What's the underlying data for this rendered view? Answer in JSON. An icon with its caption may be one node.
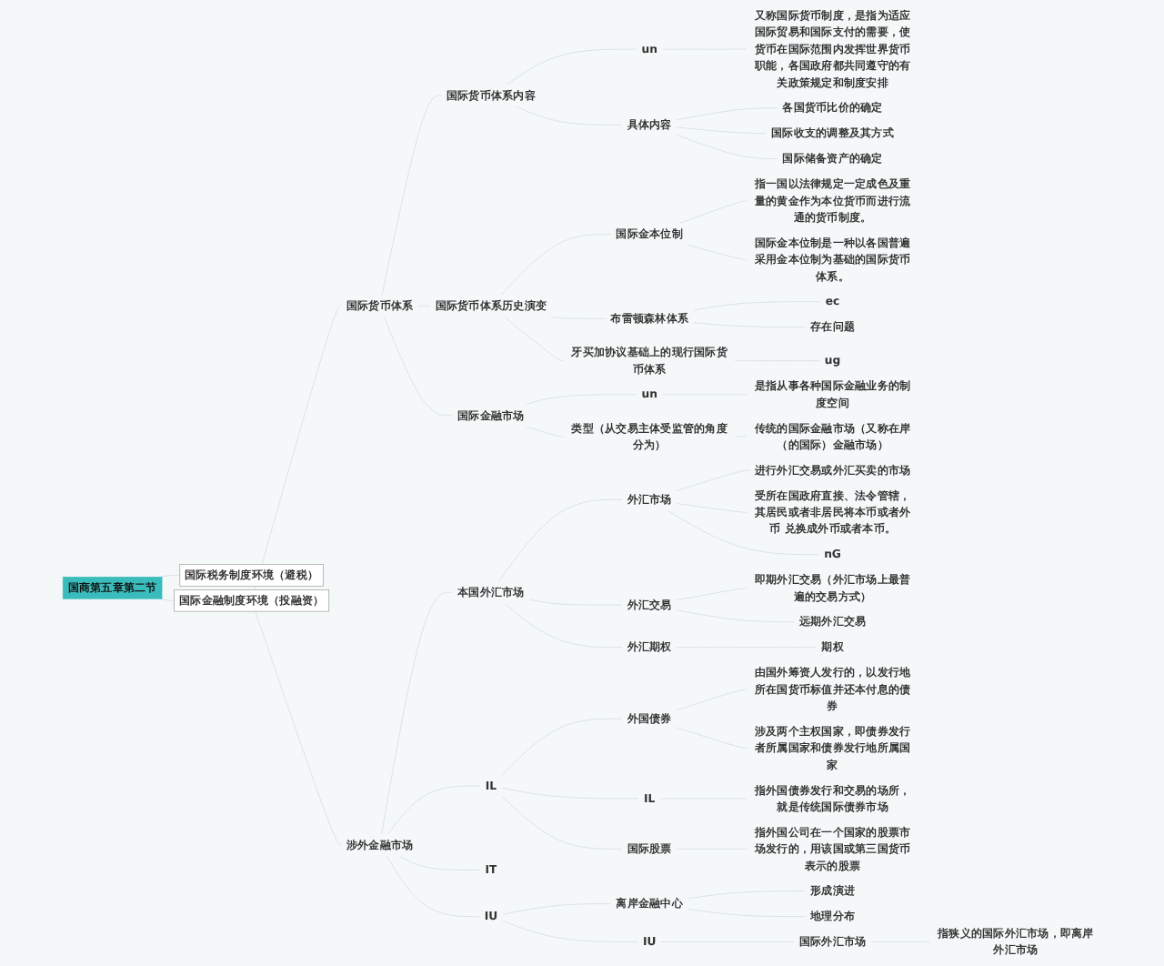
{
  "diagram": {
    "nodes": [
      {
        "text": [
          "国商第五章第二节"
        ]
      },
      {
        "text": [
          "国际税务制度环境（避税）"
        ]
      },
      {
        "text": [
          "国际金融制度环境（投融资）"
        ]
      },
      {
        "text": [
          "国际货币体系"
        ]
      },
      {
        "text": [
          "国际货币体系内容"
        ]
      },
      {
        "text": [
          "un"
        ]
      },
      {
        "text": [
          "又称国际货币制度，是指为适应国际贸易和国际支付的需要，使货币在国际范围内发挥世界货币职能，各国政府都共同遵守的有关政策规定和制度安排"
        ]
      },
      {
        "text": [
          "具体内容"
        ]
      },
      {
        "text": [
          "各国货币比价的确定"
        ]
      },
      {
        "text": [
          "国际收支的调整及其方式"
        ]
      },
      {
        "text": [
          "国际储备资产的确定"
        ]
      },
      {
        "text": [
          "国际货币体系历史演变"
        ]
      },
      {
        "text": [
          "国际金本位制"
        ]
      },
      {
        "text": [
          "指一国以法律规定一定成色及重量的黄金作为本位货币而进行流通的货币制度。"
        ]
      },
      {
        "text": [
          "国际金本位制是一种以各国普遍采用金本位制为基础的国际货币体系。"
        ]
      },
      {
        "text": [
          "布雷顿森林体系"
        ]
      },
      {
        "text": [
          "ec"
        ]
      },
      {
        "text": [
          "存在问题"
        ]
      },
      {
        "text": [
          "牙买加协议基础上的现行国际货币体系"
        ]
      },
      {
        "text": [
          "ug"
        ]
      },
      {
        "text": [
          "国际金融市场"
        ]
      },
      {
        "text": [
          "un"
        ]
      },
      {
        "text": [
          "是指从事各种国际金融业务的制度空间"
        ]
      },
      {
        "text": [
          "类型（从交易主体受监管的角度分为）"
        ]
      },
      {
        "text": [
          "传统的国际金融市场（又称在岸（的国际）金融市场）"
        ]
      },
      {
        "text": [
          "涉外金融市场"
        ]
      },
      {
        "text": [
          "本国外汇市场"
        ]
      },
      {
        "text": [
          "外汇市场"
        ]
      },
      {
        "text": [
          "进行外汇交易或外汇买卖的市场"
        ]
      },
      {
        "text": [
          "受所在国政府直接、法令管辖，其居民或者非居民将本币或者外币 兑换成外币或者本币。"
        ]
      },
      {
        "text": [
          "nG"
        ]
      },
      {
        "text": [
          "外汇交易"
        ]
      },
      {
        "text": [
          "即期外汇交易（外汇市场上最普遍的交易方式）"
        ]
      },
      {
        "text": [
          "远期外汇交易"
        ]
      },
      {
        "text": [
          "外汇期权"
        ]
      },
      {
        "text": [
          "期权"
        ]
      },
      {
        "text": [
          "IL"
        ]
      },
      {
        "text": [
          "外国债券"
        ]
      },
      {
        "text": [
          "由国外筹资人发行的，以发行地所在国货币标值并还本付息的债券"
        ]
      },
      {
        "text": [
          "涉及两个主权国家，即债券发行者所属国家和债券发行地所属国家"
        ]
      },
      {
        "text": [
          "IL"
        ]
      },
      {
        "text": [
          "指外国债券发行和交易的场所，就是传统国际债券市场"
        ]
      },
      {
        "text": [
          "国际股票"
        ]
      },
      {
        "text": [
          "指外国公司在一个国家的股票市场发行的，用该国或第三国货币表示的股票"
        ]
      },
      {
        "text": [
          "IT"
        ]
      },
      {
        "text": [
          "IU"
        ]
      },
      {
        "text": [
          "离岸金融中心"
        ]
      },
      {
        "text": [
          "形成演进"
        ]
      },
      {
        "text": [
          "地理分布"
        ]
      },
      {
        "text": [
          "IU"
        ]
      },
      {
        "text": [
          "国际外汇市场"
        ]
      },
      {
        "text": [
          "指狭义的国际外汇市场，即离岸外汇市场"
        ]
      }
    ],
    "edges": [
      {
        "from": 0,
        "to": 1,
        "arrow": "none"
      },
      {
        "from": 0,
        "to": 2,
        "arrow": "none"
      },
      {
        "from": 2,
        "to": 3,
        "arrow": "none"
      },
      {
        "from": 3,
        "to": 4,
        "arrow": "none"
      },
      {
        "from": 4,
        "to": 5,
        "arrow": "none"
      },
      {
        "from": 5,
        "to": 6,
        "arrow": "none"
      },
      {
        "from": 4,
        "to": 7,
        "arrow": "none"
      },
      {
        "from": 7,
        "to": 8,
        "arrow": "none"
      },
      {
        "from": 7,
        "to": 9,
        "arrow": "none"
      },
      {
        "from": 7,
        "to": 10,
        "arrow": "none"
      },
      {
        "from": 3,
        "to": 11,
        "arrow": "none"
      },
      {
        "from": 11,
        "to": 12,
        "arrow": "none"
      },
      {
        "from": 12,
        "to": 13,
        "arrow": "none"
      },
      {
        "from": 12,
        "to": 14,
        "arrow": "none"
      },
      {
        "from": 11,
        "to": 15,
        "arrow": "none"
      },
      {
        "from": 15,
        "to": 16,
        "arrow": "none"
      },
      {
        "from": 15,
        "to": 17,
        "arrow": "none"
      },
      {
        "from": 11,
        "to": 18,
        "arrow": "none"
      },
      {
        "from": 18,
        "to": 19,
        "arrow": "none"
      },
      {
        "from": 3,
        "to": 20,
        "arrow": "none"
      },
      {
        "from": 20,
        "to": 21,
        "arrow": "none"
      },
      {
        "from": 21,
        "to": 22,
        "arrow": "none"
      },
      {
        "from": 20,
        "to": 23,
        "arrow": "none"
      },
      {
        "from": 23,
        "to": 24,
        "arrow": "none"
      },
      {
        "from": 2,
        "to": 25,
        "arrow": "none"
      },
      {
        "from": 25,
        "to": 26,
        "arrow": "none"
      },
      {
        "from": 26,
        "to": 27,
        "arrow": "none"
      },
      {
        "from": 27,
        "to": 28,
        "arrow": "none"
      },
      {
        "from": 27,
        "to": 29,
        "arrow": "none"
      },
      {
        "from": 27,
        "to": 30,
        "arrow": "none"
      },
      {
        "from": 26,
        "to": 31,
        "arrow": "none"
      },
      {
        "from": 31,
        "to": 32,
        "arrow": "none"
      },
      {
        "from": 31,
        "to": 33,
        "arrow": "none"
      },
      {
        "from": 26,
        "to": 34,
        "arrow": "none"
      },
      {
        "from": 34,
        "to": 35,
        "arrow": "none"
      },
      {
        "from": 25,
        "to": 36,
        "arrow": "none"
      },
      {
        "from": 36,
        "to": 37,
        "arrow": "none"
      },
      {
        "from": 37,
        "to": 38,
        "arrow": "none"
      },
      {
        "from": 37,
        "to": 39,
        "arrow": "none"
      },
      {
        "from": 36,
        "to": 40,
        "arrow": "none"
      },
      {
        "from": 40,
        "to": 41,
        "arrow": "none"
      },
      {
        "from": 36,
        "to": 42,
        "arrow": "none"
      },
      {
        "from": 42,
        "to": 43,
        "arrow": "none"
      },
      {
        "from": 25,
        "to": 44,
        "arrow": "none"
      },
      {
        "from": 25,
        "to": 45,
        "arrow": "none"
      },
      {
        "from": 45,
        "to": 46,
        "arrow": "none"
      },
      {
        "from": 46,
        "to": 47,
        "arrow": "none"
      },
      {
        "from": 46,
        "to": 48,
        "arrow": "none"
      },
      {
        "from": 45,
        "to": 49,
        "arrow": "none"
      },
      {
        "from": 49,
        "to": 50,
        "arrow": "none"
      },
      {
        "from": 50,
        "to": 51,
        "arrow": "none"
      }
    ]
  }
}
